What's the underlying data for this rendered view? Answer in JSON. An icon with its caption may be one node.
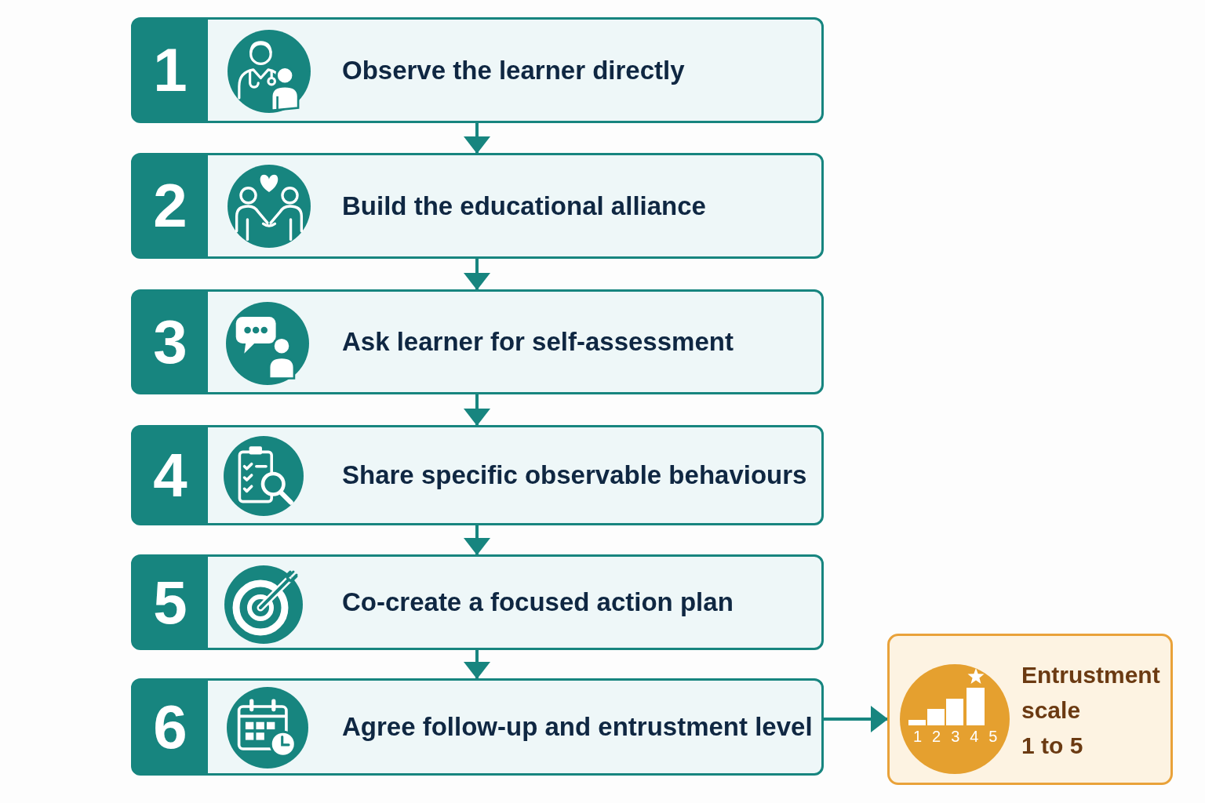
{
  "diagram": {
    "nodes": [
      {
        "text": [
          "1",
          "Observe the learner directly"
        ]
      },
      {
        "text": [
          "2",
          "Build the educational alliance"
        ]
      },
      {
        "text": [
          "3",
          "Ask learner for self-assessment"
        ]
      },
      {
        "text": [
          "4",
          "Share specific observable behaviours"
        ]
      },
      {
        "text": [
          "5",
          "Co-create a focused action plan"
        ]
      },
      {
        "text": [
          "6",
          "Agree follow-up and entrustment level"
        ]
      },
      {
        "text": [
          "Entrustment scale",
          "1 to 5"
        ]
      }
    ],
    "edges": [
      {
        "from": 0,
        "to": 1,
        "arrow": "to"
      },
      {
        "from": 1,
        "to": 2,
        "arrow": "to"
      },
      {
        "from": 2,
        "to": 3,
        "arrow": "to"
      },
      {
        "from": 3,
        "to": 4,
        "arrow": "to"
      },
      {
        "from": 4,
        "to": 5,
        "arrow": "to"
      },
      {
        "from": 5,
        "to": 6,
        "arrow": "to"
      }
    ],
    "labels": [
      "1 2 3 4 5"
    ]
  }
}
